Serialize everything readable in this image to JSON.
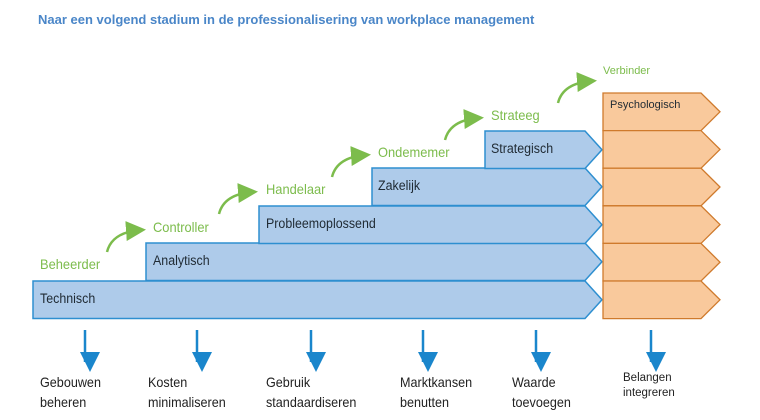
{
  "title": "Naar een volgend stadium in de professionalisering van workplace management",
  "levels": [
    "Technisch",
    "Analytisch",
    "Probleemoplossend",
    "Zakelijk",
    "Strategisch",
    "Psychologisch"
  ],
  "roles": [
    "Beheerder",
    "Controller",
    "Handelaar",
    "Ondememer",
    "Strateeg",
    "Verbinder"
  ],
  "goals": [
    {
      "line1": "Gebouwen",
      "line2": "beheren"
    },
    {
      "line1": "Kosten",
      "line2": "minimaliseren"
    },
    {
      "line1": "Gebruik",
      "line2": "standaardiseren"
    },
    {
      "line1": "Marktkansen",
      "line2": "benutten"
    },
    {
      "line1": "Waarde",
      "line2": "toevoegen"
    },
    {
      "line1": "Belangen",
      "line2": "integreren"
    }
  ],
  "colors": {
    "blue_fill": "#aecbea",
    "blue_stroke": "#2e8fd0",
    "orange_fill": "#f9c99c",
    "orange_stroke": "#cf7a2c",
    "green": "#7cbc4c",
    "title": "#4a86c8"
  }
}
